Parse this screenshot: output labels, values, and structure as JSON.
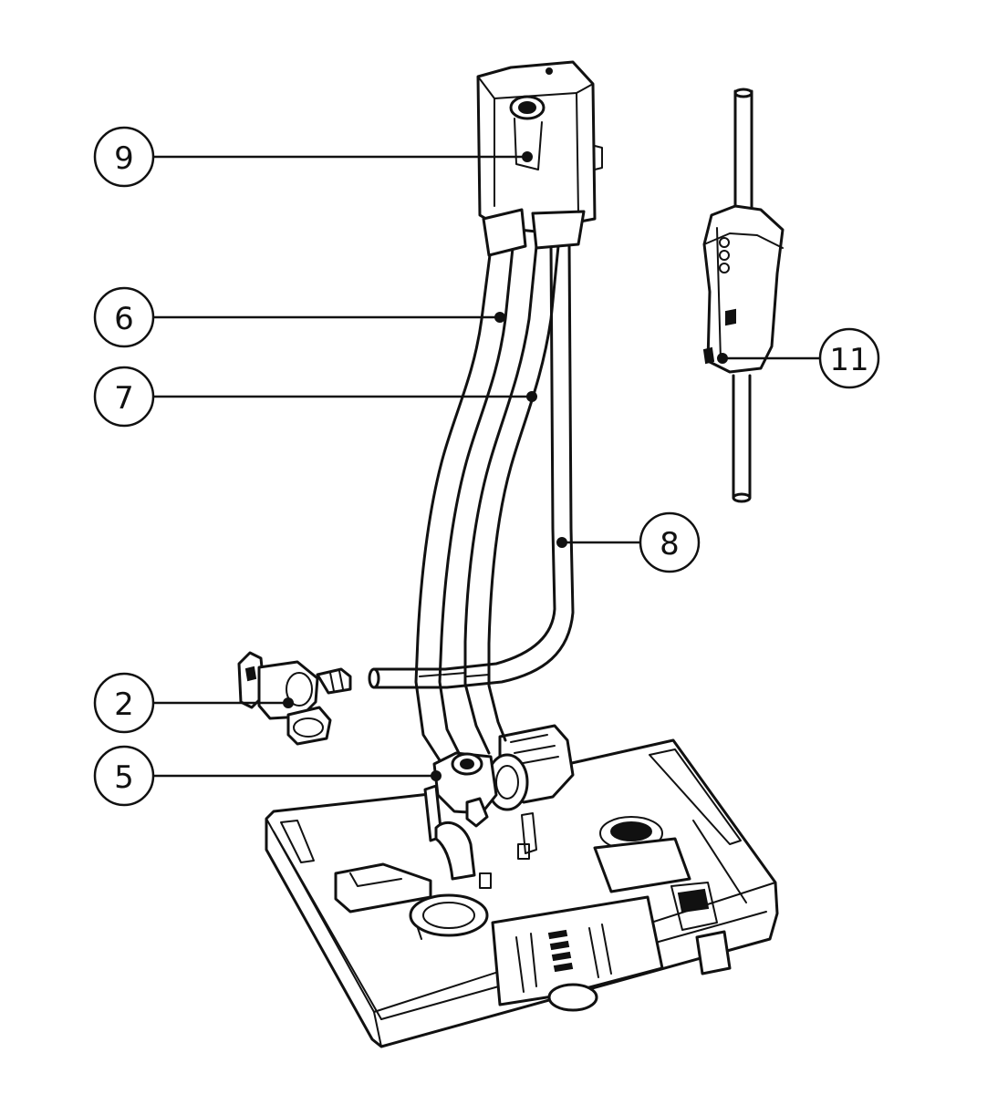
{
  "callouts": {
    "c9": "9",
    "c6": "6",
    "c7": "7",
    "c8": "8",
    "c11": "11",
    "c2": "2",
    "c5": "5"
  }
}
